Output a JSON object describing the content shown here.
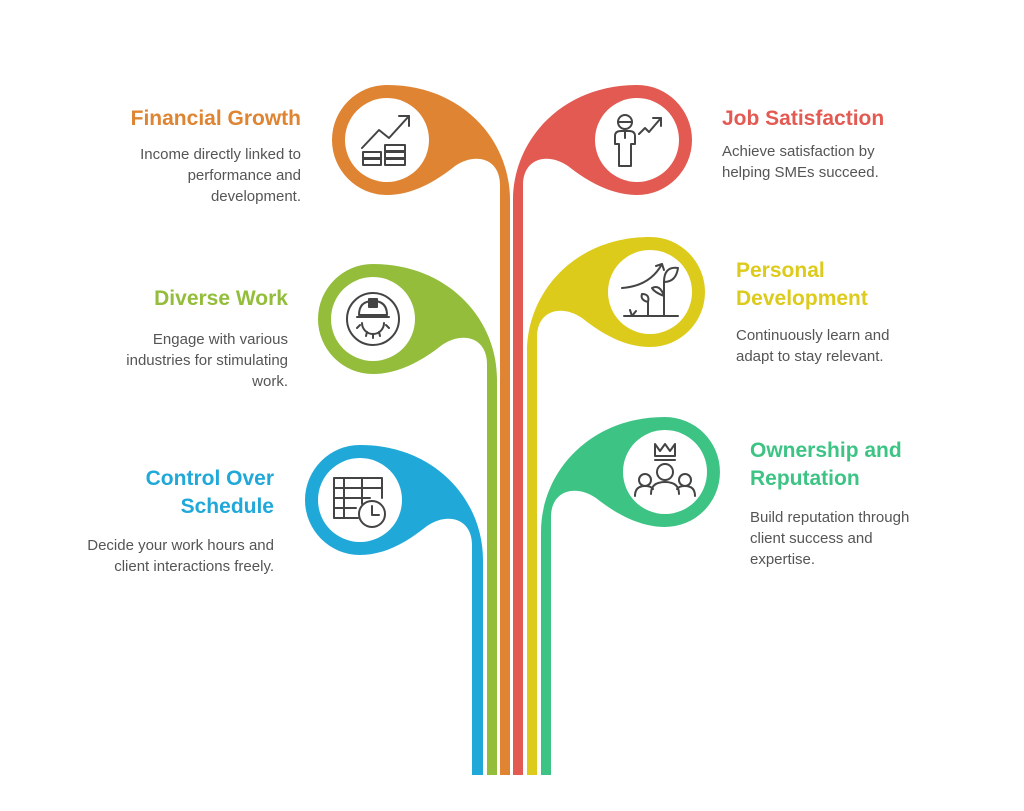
{
  "items": [
    {
      "id": "financial-growth",
      "side": "left",
      "color": "#DE8432",
      "icon": "growth-coins-icon",
      "title_lines": [
        "Financial Growth"
      ],
      "desc_lines": [
        "Income directly linked to",
        "performance and",
        "development."
      ]
    },
    {
      "id": "job-satisfaction",
      "side": "right",
      "color": "#E35A52",
      "icon": "person-growth-icon",
      "title_lines": [
        "Job Satisfaction"
      ],
      "desc_lines": [
        "Achieve satisfaction by",
        "helping SMEs succeed."
      ]
    },
    {
      "id": "diverse-work",
      "side": "left",
      "color": "#93BD3A",
      "icon": "hardhat-gear-icon",
      "title_lines": [
        "Diverse Work"
      ],
      "desc_lines": [
        "Engage with various",
        "industries for stimulating",
        "work."
      ]
    },
    {
      "id": "personal-development",
      "side": "right",
      "color": "#DDCB1B",
      "icon": "plant-growth-icon",
      "title_lines": [
        "Personal",
        "Development"
      ],
      "desc_lines": [
        "Continuously learn and",
        "adapt to stay relevant."
      ]
    },
    {
      "id": "control-over-schedule",
      "side": "left",
      "color": "#20A9D8",
      "icon": "calendar-clock-icon",
      "title_lines": [
        "Control Over",
        "Schedule"
      ],
      "desc_lines": [
        "Decide your work hours and",
        "client interactions freely."
      ]
    },
    {
      "id": "ownership-and-reputation",
      "side": "right",
      "color": "#3DC485",
      "icon": "crown-team-icon",
      "title_lines": [
        "Ownership and",
        "Reputation"
      ],
      "desc_lines": [
        "Build reputation through",
        "client success and",
        "expertise."
      ]
    }
  ]
}
